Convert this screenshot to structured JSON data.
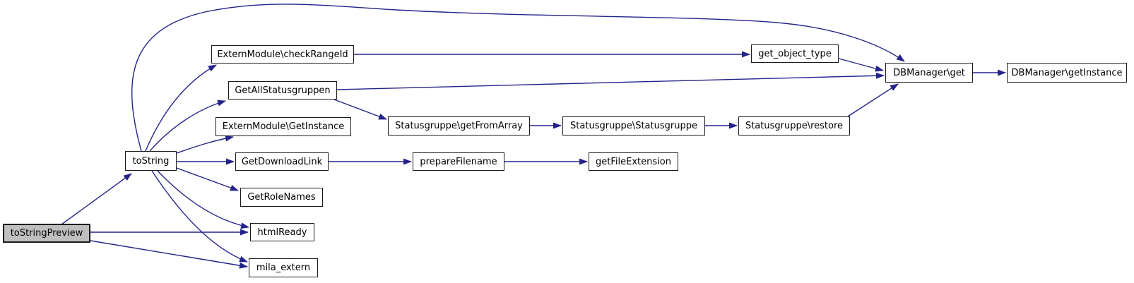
{
  "diagram": {
    "type": "call-graph",
    "colors": {
      "edge": "#23238b",
      "node_border": "#1a1a1a",
      "node_fill": "#ffffff",
      "highlight": "#bfbfbf",
      "text": "#000000",
      "canvas_bg": "#ffffff"
    },
    "nodes": {
      "toStringPreview": {
        "label": "toStringPreview",
        "current": true
      },
      "toString": {
        "label": "toString"
      },
      "checkRangeId": {
        "label": "ExternModule\\checkRangeId"
      },
      "getAllStatusgruppen": {
        "label": "GetAllStatusgruppen"
      },
      "externGetInstance": {
        "label": "ExternModule\\GetInstance"
      },
      "getDownloadLink": {
        "label": "GetDownloadLink"
      },
      "getRoleNames": {
        "label": "GetRoleNames"
      },
      "htmlReady": {
        "label": "htmlReady"
      },
      "milaExtern": {
        "label": "mila_extern"
      },
      "getFromArray": {
        "label": "Statusgruppe\\getFromArray"
      },
      "statusgruppe": {
        "label": "Statusgruppe\\Statusgruppe"
      },
      "prepareFilename": {
        "label": "prepareFilename"
      },
      "getFileExtension": {
        "label": "getFileExtension"
      },
      "getObjectType": {
        "label": "get_object_type"
      },
      "restore": {
        "label": "Statusgruppe\\restore"
      },
      "dbGet": {
        "label": "DBManager\\get"
      },
      "dbGetInstance": {
        "label": "DBManager\\getInstance"
      }
    },
    "edges": [
      {
        "from": "toStringPreview",
        "to": "toString"
      },
      {
        "from": "toStringPreview",
        "to": "htmlReady"
      },
      {
        "from": "toStringPreview",
        "to": "milaExtern"
      },
      {
        "from": "toString",
        "to": "checkRangeId"
      },
      {
        "from": "toString",
        "to": "getAllStatusgruppen"
      },
      {
        "from": "toString",
        "to": "externGetInstance"
      },
      {
        "from": "toString",
        "to": "getDownloadLink"
      },
      {
        "from": "toString",
        "to": "getRoleNames"
      },
      {
        "from": "toString",
        "to": "htmlReady"
      },
      {
        "from": "toString",
        "to": "milaExtern"
      },
      {
        "from": "toString",
        "to": "dbGet"
      },
      {
        "from": "checkRangeId",
        "to": "getObjectType"
      },
      {
        "from": "getAllStatusgruppen",
        "to": "dbGet"
      },
      {
        "from": "getAllStatusgruppen",
        "to": "getFromArray"
      },
      {
        "from": "getFromArray",
        "to": "statusgruppe"
      },
      {
        "from": "statusgruppe",
        "to": "restore"
      },
      {
        "from": "restore",
        "to": "dbGet"
      },
      {
        "from": "getObjectType",
        "to": "dbGet"
      },
      {
        "from": "getDownloadLink",
        "to": "prepareFilename"
      },
      {
        "from": "prepareFilename",
        "to": "getFileExtension"
      },
      {
        "from": "dbGet",
        "to": "dbGetInstance"
      }
    ]
  }
}
